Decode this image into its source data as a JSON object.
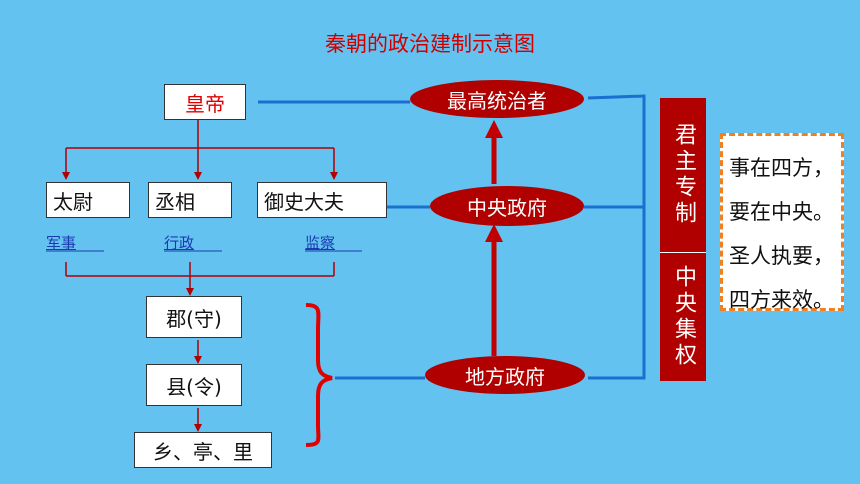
{
  "title": "秦朝的政治建制示意图",
  "emperor": "皇帝",
  "officials": [
    "太尉",
    "丞相",
    "御史大夫"
  ],
  "duties": [
    "军事",
    "行政",
    "监察"
  ],
  "local_units": [
    "郡(守)",
    "县(令)",
    "乡、亭、里"
  ],
  "ellipses": [
    "最高统治者",
    "中央政府",
    "地方政府"
  ],
  "bars": [
    "君主专制",
    "中央集权"
  ],
  "quote_lines": [
    "事在四方，",
    "要在中央。",
    "圣人执要，",
    "四方来效。"
  ]
}
